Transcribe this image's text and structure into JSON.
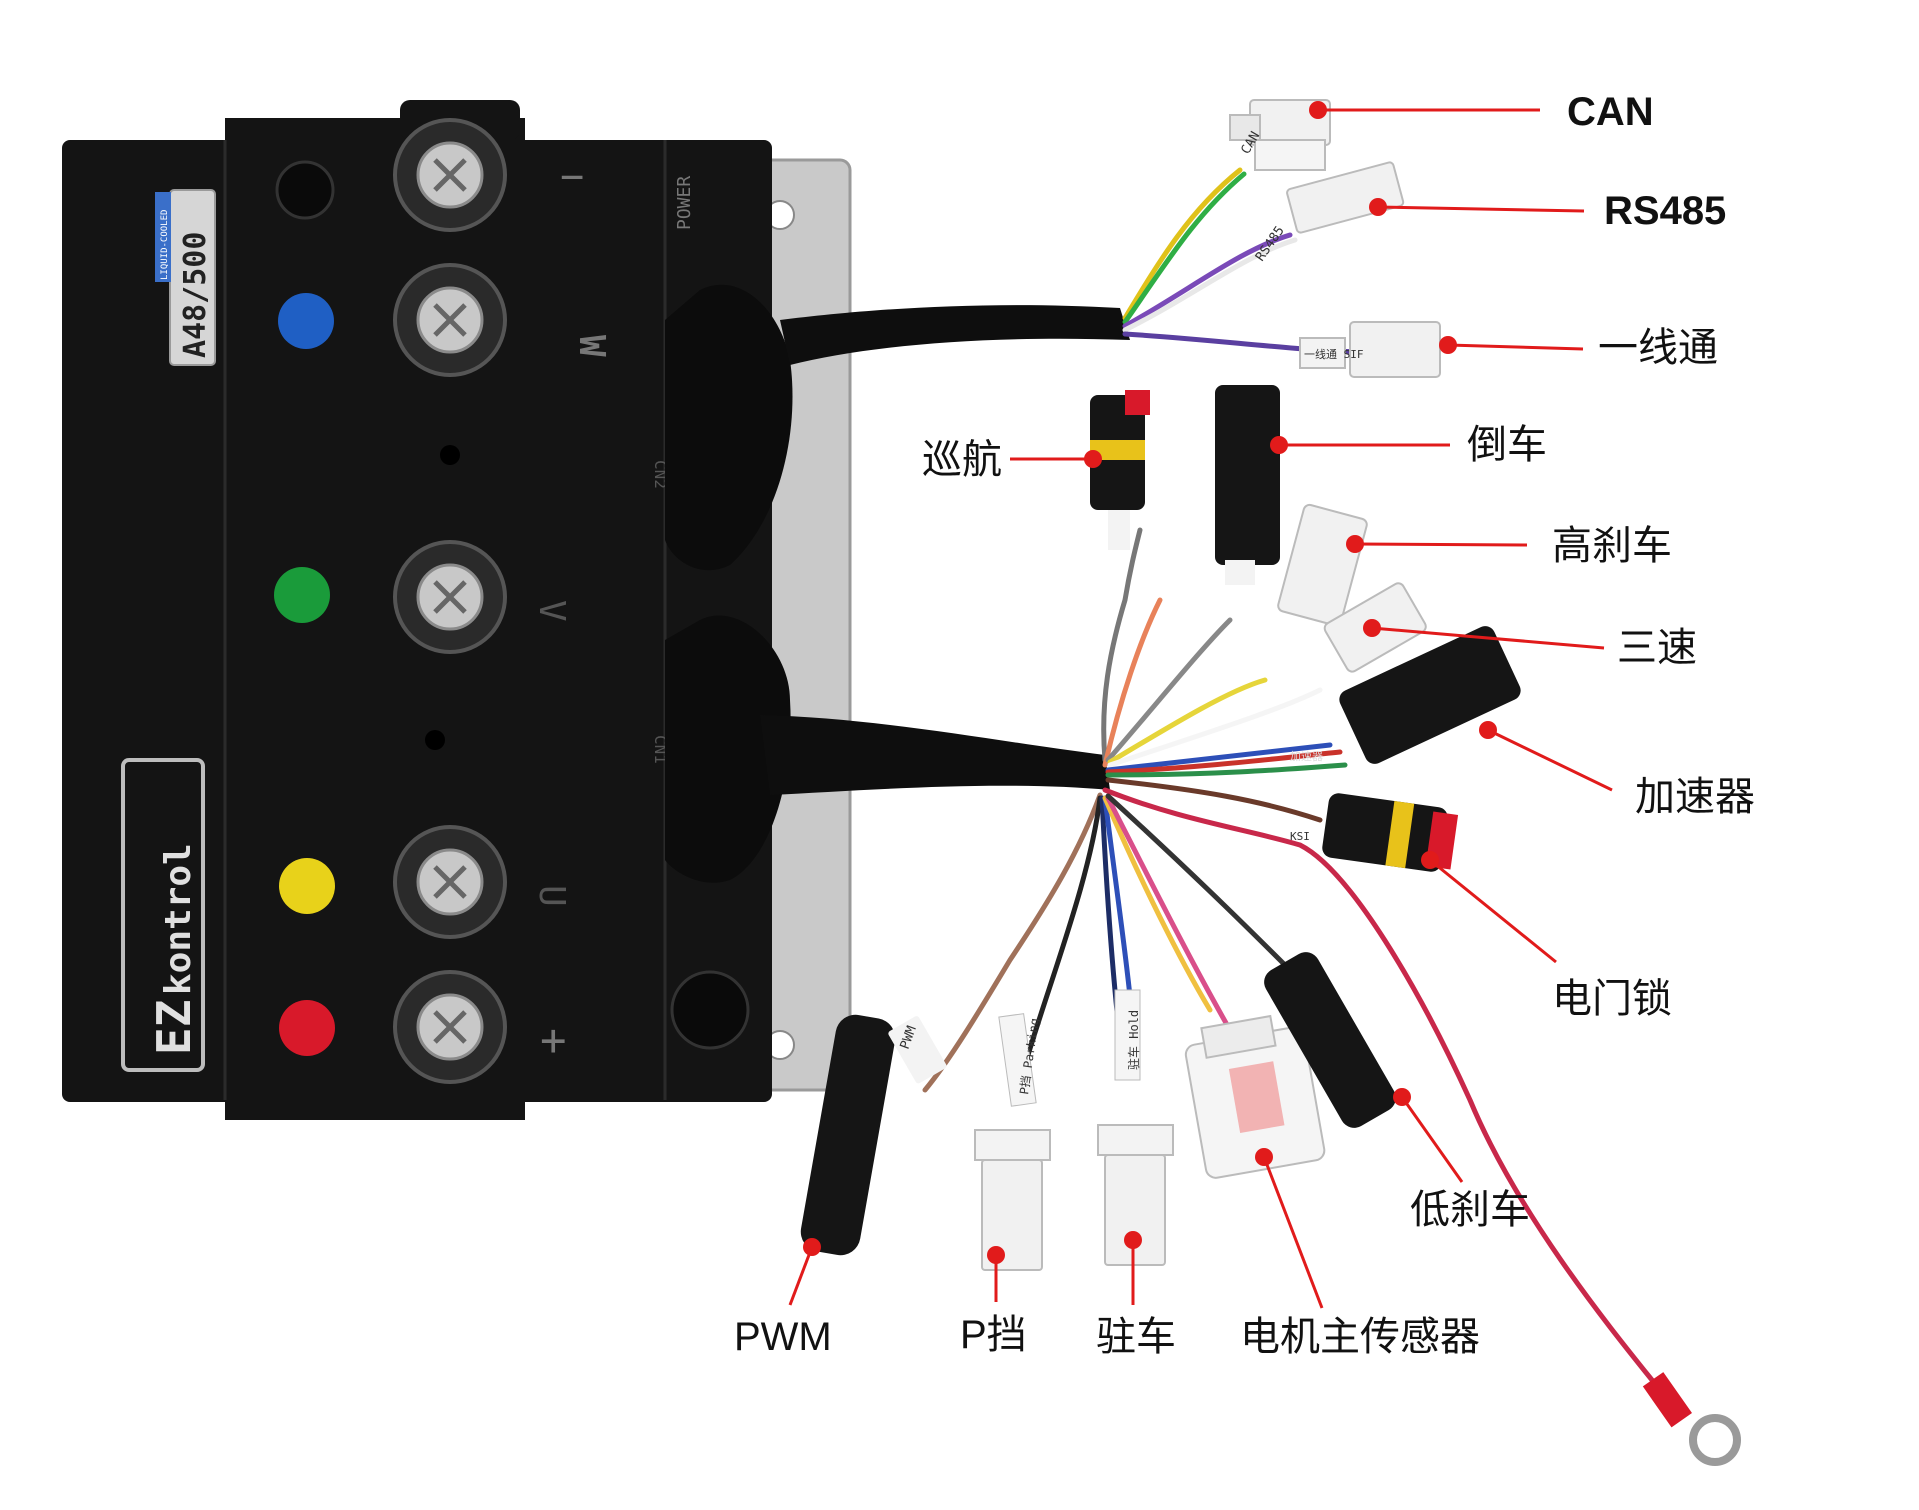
{
  "device": {
    "model": "A48/500",
    "model_sub": "LIQUID-COOLED",
    "brand_prefix": "EZ",
    "brand_name": "kontrol",
    "terminal_minus": "−",
    "terminal_w": "W",
    "terminal_v": "V",
    "terminal_u": "U",
    "terminal_plus": "+",
    "power": "POWER",
    "cn1": "CN1",
    "cn2": "CN2"
  },
  "connector_tags": {
    "can": "CAN",
    "rs485": "RS485",
    "one_wire": "一线通 SIF",
    "pwm": "PWM",
    "p_gear": "P挡 Parking",
    "park": "驻车 Hold",
    "throttle": "加速器",
    "key": "KSI"
  },
  "labels": {
    "can": "CAN",
    "rs485": "RS485",
    "one_wire": "一线通",
    "cruise": "巡航",
    "reverse": "倒车",
    "high_brake": "高刹车",
    "three_speed": "三速",
    "throttle": "加速器",
    "e_lock": "电门锁",
    "low_brake": "低刹车",
    "pwm": "PWM",
    "p_gear": "P挡",
    "parking": "驻车",
    "motor_sensor": "电机主传感器"
  },
  "colors": {
    "leader": "#e11b1b",
    "body": "#111111",
    "phase_w": "#1f5fc4",
    "phase_v": "#1a9b3a",
    "phase_u": "#e8d21a",
    "phase_plus": "#d8192a"
  }
}
